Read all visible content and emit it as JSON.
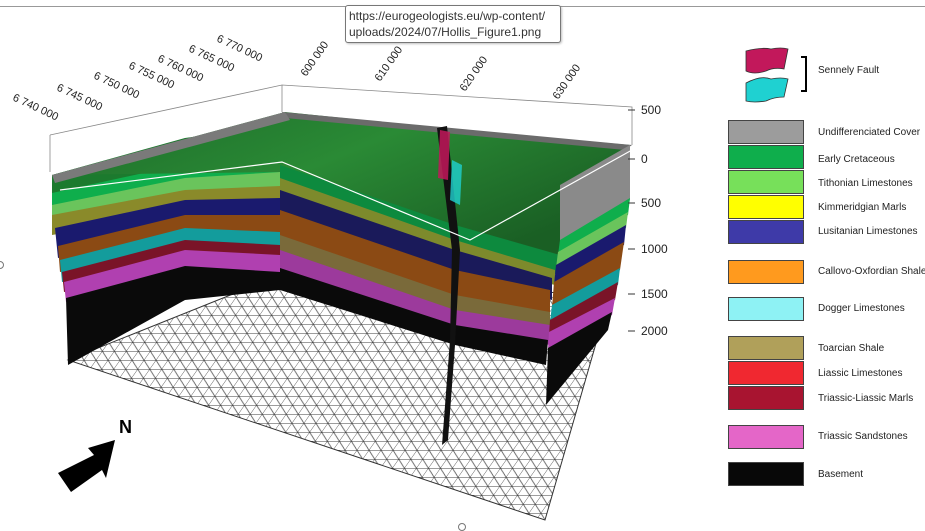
{
  "tooltip": {
    "line1": "https://eurogeologists.eu/wp-content/",
    "line2": "uploads/2024/07/Hollis_Figure1.png"
  },
  "northing_ticks": [
    "6 740 000",
    "6 745 000",
    "6 750 000",
    "6 755 000",
    "6 760 000",
    "6 765 000",
    "6 770 000"
  ],
  "easting_ticks": [
    "600 000",
    "610 000",
    "620 000",
    "630 000"
  ],
  "depth_ticks": [
    "500",
    "0",
    "500",
    "1000",
    "1500",
    "2000"
  ],
  "north_label": "N",
  "fault": {
    "label": "Sennely Fault",
    "colors": [
      "#c2185b",
      "#1fd1d1"
    ]
  },
  "legend": [
    {
      "label": "Undifferenciated Cover",
      "color": "#9c9c9c"
    },
    {
      "label": "Early Cretaceous",
      "color": "#0fae4c"
    },
    {
      "label": "Tithonian Limestones",
      "color": "#77e05a"
    },
    {
      "label": "Kimmeridgian Marls",
      "color": "#ffff00"
    },
    {
      "label": "Lusitanian Limestones",
      "color": "#3e3aa8"
    },
    {
      "label": "Callovo-Oxfordian Shale",
      "color": "#ff9a1e"
    },
    {
      "label": "Dogger Limestones",
      "color": "#8ef2f4"
    },
    {
      "label": "Toarcian Shale",
      "color": "#b0a05a"
    },
    {
      "label": "Liassic Limestones",
      "color": "#f02830"
    },
    {
      "label": "Triassic-Liassic Marls",
      "color": "#a81430"
    },
    {
      "label": "Triassic Sandstones",
      "color": "#e466c8"
    },
    {
      "label": "Basement",
      "color": "#080808"
    }
  ]
}
